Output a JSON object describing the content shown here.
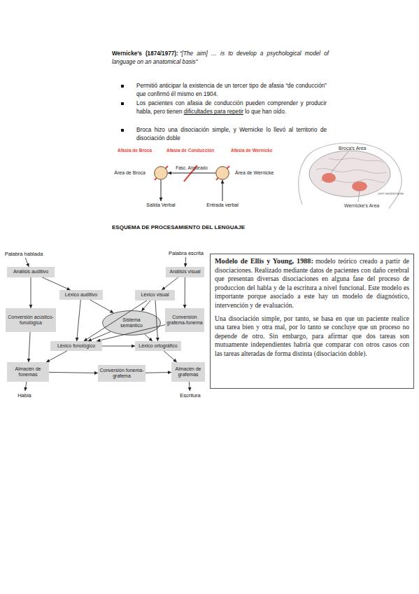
{
  "diagram": {
    "title": "ESQUEMA DE PROCESAMIENTO DEL LENGUAJE",
    "nodes": [
      {
        "text": [
          "Área de Broca"
        ]
      },
      {
        "text": [
          "Área de Wernicke"
        ]
      },
      {
        "text": [
          "Salida Verbal"
        ]
      },
      {
        "text": [
          "Entrada verbal"
        ]
      },
      {
        "text": [
          "Palabra hablada"
        ]
      },
      {
        "text": [
          "Palabra escrita"
        ]
      },
      {
        "text": [
          "Análisis auditivo"
        ]
      },
      {
        "text": [
          "Análisis visual"
        ]
      },
      {
        "text": [
          "Léxico auditivo"
        ]
      },
      {
        "text": [
          "Léxico visual"
        ]
      },
      {
        "text": [
          "Sistema semántico"
        ]
      },
      {
        "text": [
          "Conversión acústico-fonológica"
        ]
      },
      {
        "text": [
          "Conversión grafema-fonema"
        ]
      },
      {
        "text": [
          "Léxico fonológico"
        ]
      },
      {
        "text": [
          "Léxico ortográfico"
        ]
      },
      {
        "text": [
          "Almacén de fonemas"
        ]
      },
      {
        "text": [
          "Conversión fonema-grafema"
        ]
      },
      {
        "text": [
          "Almacén de grafemas"
        ]
      },
      {
        "text": [
          "Habla"
        ]
      },
      {
        "text": [
          "Escritura"
        ]
      },
      {
        "text": [
          "Modelo de Ellis y Young, 1988:",
          "modelo teórico creado a partir de disociaciones. Realizado mediante datos de pacientes con daño cerebral que presentan diversas disociaciones en alguna fase del proceso de produccion del habla y de la escritura a nivel funcional. Este modelo es importante porque asociado a este hay un modelo de diagnóstico, intervención y de evaluación.",
          "Una disociación simple, por tanto, se basa en que un paciente realice una tarea bien y otra mal, por lo tanto se concluye que un proceso no depende de otro. Sin embargo, para afirmar que dos tareas son mutuamente independientes habría que comparar con otros casos con las tareas alteradas de forma distinta (disociación doble)."
        ]
      }
    ],
    "edges": [
      {
        "from": 0,
        "to": 2,
        "arrow": "to"
      },
      {
        "from": 3,
        "to": 1,
        "arrow": "to"
      },
      {
        "from": 1,
        "to": 0,
        "arrow": "to",
        "label": "Fasc. Arqueado"
      },
      {
        "from": 4,
        "to": 6,
        "arrow": "to"
      },
      {
        "from": 5,
        "to": 7,
        "arrow": "to"
      },
      {
        "from": 6,
        "to": 8,
        "arrow": "to"
      },
      {
        "from": 6,
        "to": 11,
        "arrow": "to"
      },
      {
        "from": 7,
        "to": 9,
        "arrow": "to"
      },
      {
        "from": 7,
        "to": 12,
        "arrow": "to"
      },
      {
        "from": 8,
        "to": 10,
        "arrow": "to"
      },
      {
        "from": 8,
        "to": 13,
        "arrow": "to"
      },
      {
        "from": 9,
        "to": 10,
        "arrow": "to"
      },
      {
        "from": 9,
        "to": 14,
        "arrow": "to"
      },
      {
        "from": 9,
        "to": 13,
        "arrow": "to"
      },
      {
        "from": 10,
        "to": 13,
        "arrow": "to"
      },
      {
        "from": 10,
        "to": 14,
        "arrow": "to"
      },
      {
        "from": 13,
        "to": 14,
        "arrow": "to"
      },
      {
        "from": 12,
        "to": 13,
        "arrow": "to"
      },
      {
        "from": 11,
        "to": 15,
        "arrow": "to"
      },
      {
        "from": 13,
        "to": 15,
        "arrow": "to"
      },
      {
        "from": 15,
        "to": 16,
        "arrow": "to"
      },
      {
        "from": 16,
        "to": 17,
        "arrow": "to"
      },
      {
        "from": 14,
        "to": 17,
        "arrow": "to"
      },
      {
        "from": 15,
        "to": 18,
        "arrow": "to"
      },
      {
        "from": 17,
        "to": 19,
        "arrow": "to"
      }
    ],
    "labels": [
      "Wernicke’s (1874/1977):",
      "“[The aim] … is to develop a psychological model of language on an anatomical basis”",
      "Permitió anticipar la existencia de un tercer tipo de afasia “de conducción” que confirmó él mismo en 1904.",
      "Los pacientes con afasia de conducción pueden comprender y producir habla, pero tienen",
      "dificultades para repetir",
      "lo que han oído.",
      "Broca hizo una disociación simple, y Wernicke lo llevó al territorio de disociación doble",
      "Afasia de Broca",
      "Afasia de Conducción",
      "Afasia de Wernicke",
      "Broca's Area",
      "Wernicke's Area",
      "LEFT HEMISPHERE"
    ]
  }
}
